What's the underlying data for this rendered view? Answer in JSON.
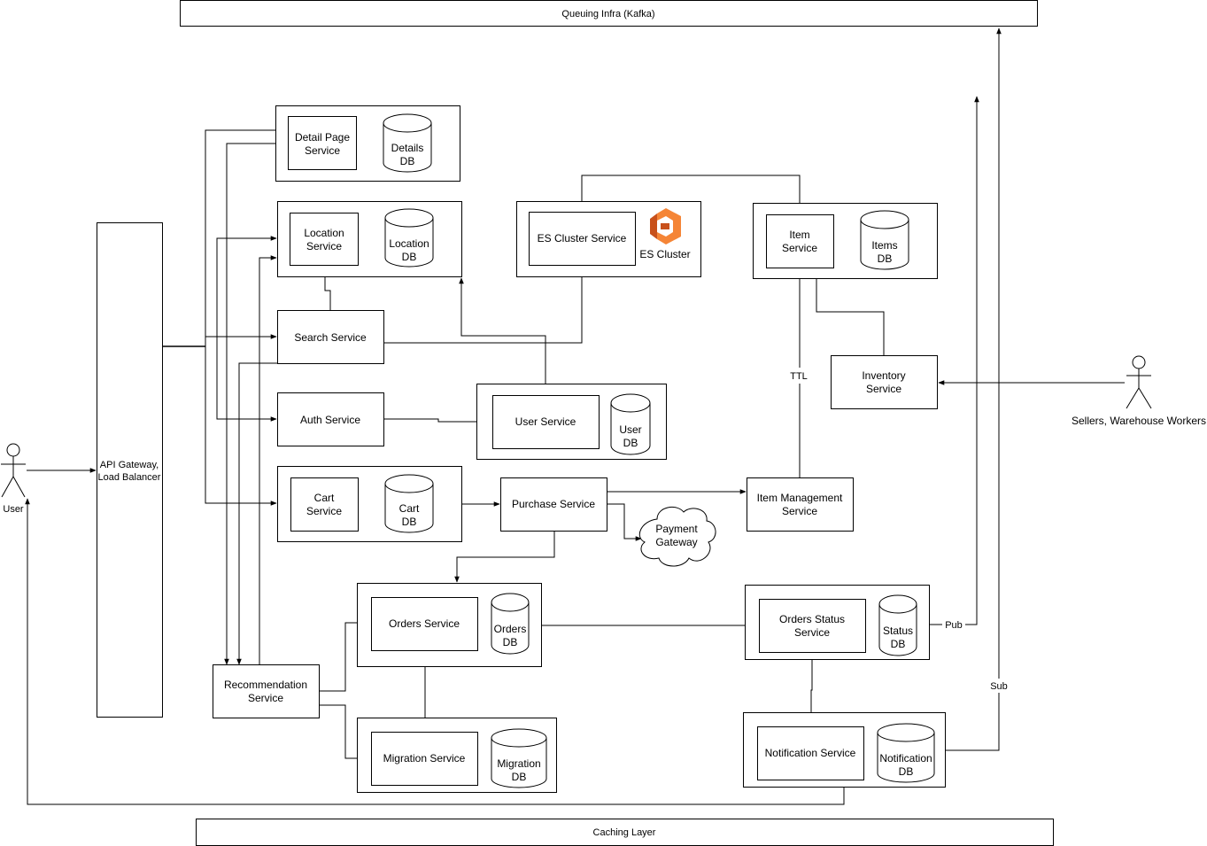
{
  "top_bar": {
    "label": "Queuing Infra (Kafka)"
  },
  "bottom_bar": {
    "label": "Caching Layer"
  },
  "user": {
    "label": "User"
  },
  "sellers": {
    "label": "Sellers, Warehouse Workers"
  },
  "gateway": {
    "line1": "API Gateway,",
    "line2": "Load Balancer"
  },
  "detail": {
    "line1": "Detail Page",
    "line2": "Service",
    "db1": "Details",
    "db2": "DB"
  },
  "location": {
    "line1": "Location",
    "line2": "Service",
    "db1": "Location",
    "db2": "DB"
  },
  "search": {
    "label": "Search Service"
  },
  "auth": {
    "label": "Auth Service"
  },
  "user_service": {
    "label": "User Service",
    "db1": "User",
    "db2": "DB"
  },
  "es": {
    "label": "ES Cluster Service",
    "cluster": "ES Cluster"
  },
  "item": {
    "line1": "Item",
    "line2": "Service",
    "db1": "Items",
    "db2": "DB"
  },
  "inventory": {
    "line1": "Inventory",
    "line2": "Service"
  },
  "ttl": {
    "label": "TTL"
  },
  "cart": {
    "line1": "Cart",
    "line2": "Service",
    "db1": "Cart",
    "db2": "DB"
  },
  "purchase": {
    "label": "Purchase Service"
  },
  "payment": {
    "line1": "Payment",
    "line2": "Gateway"
  },
  "item_mgmt": {
    "line1": "Item Management",
    "line2": "Service"
  },
  "orders": {
    "label": "Orders Service",
    "db1": "Orders",
    "db2": "DB"
  },
  "orders_status": {
    "line1": "Orders Status",
    "line2": "Service",
    "db1": "Status",
    "db2": "DB"
  },
  "pub": {
    "label": "Pub"
  },
  "sub": {
    "label": "Sub"
  },
  "recommendation": {
    "line1": "Recommendation",
    "line2": "Service"
  },
  "migration": {
    "label": "Migration Service",
    "db1": "Migration",
    "db2": "DB"
  },
  "notification": {
    "label": "Notification Service",
    "db1": "Notification",
    "db2": "DB"
  },
  "colors": {
    "es_icon_dark": "#C8511B",
    "es_icon_light": "#F58536"
  }
}
